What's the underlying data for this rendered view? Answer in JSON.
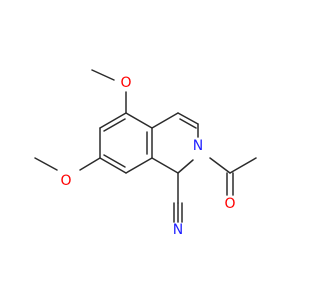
{
  "molecule": {
    "atoms": {
      "o_top": {
        "symbol": "O",
        "color": "#ff0000"
      },
      "o_left": {
        "symbol": "O",
        "color": "#ff0000"
      },
      "o_acetyl": {
        "symbol": "O",
        "color": "#ff0000"
      },
      "n_ring": {
        "symbol": "N",
        "color": "#1f1fff"
      },
      "n_nitrile": {
        "symbol": "N",
        "color": "#1f1fff"
      }
    },
    "bond_color": "#2b2b2b"
  }
}
